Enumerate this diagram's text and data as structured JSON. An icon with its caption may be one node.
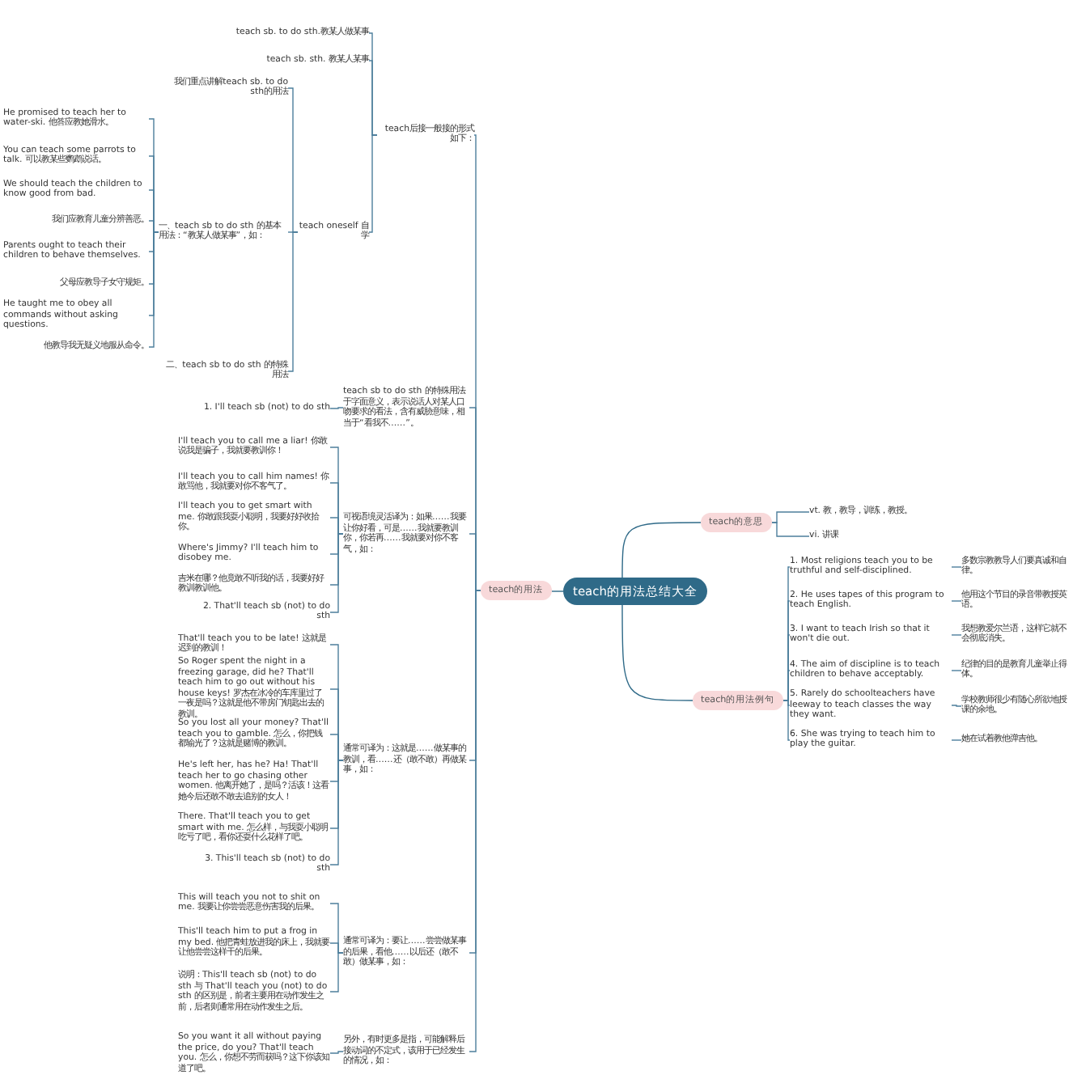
{
  "diagram": {
    "nodes": [
      {
        "text": [
          "teach的用法总结大全"
        ]
      },
      {
        "text": [
          "teach的用法"
        ]
      },
      {
        "text": [
          "teach的意思"
        ]
      },
      {
        "text": [
          "vt. 教，教导，训练，教授。"
        ]
      },
      {
        "text": [
          "vi. 讲课"
        ]
      },
      {
        "text": [
          "teach的用法例句"
        ]
      },
      {
        "text": [
          "1. Most religions teach you to be truthful and self-disciplined."
        ]
      },
      {
        "text": [
          "多数宗教教导人们要真诚和自律。"
        ]
      },
      {
        "text": [
          "2. He uses tapes of this program to teach English."
        ]
      },
      {
        "text": [
          "他用这个节目的录音带教授英语。"
        ]
      },
      {
        "text": [
          "3. I want to teach Irish so that it won't die out."
        ]
      },
      {
        "text": [
          "我想教爱尔兰语，这样它就不会彻底消失。"
        ]
      },
      {
        "text": [
          "4. The aim of discipline is to teach children to behave acceptably."
        ]
      },
      {
        "text": [
          "纪律的目的是教育儿童举止得体。"
        ]
      },
      {
        "text": [
          "5. Rarely do schoolteachers have leeway to teach classes the way they want."
        ]
      },
      {
        "text": [
          "学校教师很少有随心所欲地授课的余地。"
        ]
      },
      {
        "text": [
          "6. She was trying to teach him to play the guitar."
        ]
      },
      {
        "text": [
          "她在试着教他弹吉他。"
        ]
      },
      {
        "text": [
          "teach后接一般接的形式如下："
        ]
      },
      {
        "text": [
          "teach sb. to do sth.教某人做某事"
        ]
      },
      {
        "text": [
          "teach sb. sth. 教某人某事"
        ]
      },
      {
        "text": [
          "teach oneself 自学"
        ]
      },
      {
        "text": [
          "我们重点讲解teach sb. to do sth的用法"
        ]
      },
      {
        "text": [
          "一、teach sb to do sth 的基本用法：“教某人做某事”，如："
        ]
      },
      {
        "text": [
          "He promised to teach her to water-ski. 他答应教她滑水。"
        ]
      },
      {
        "text": [
          "You can teach some parrots to talk. 可以教某些鹦鹉说话。"
        ]
      },
      {
        "text": [
          "We should teach the children to know good from bad."
        ]
      },
      {
        "text": [
          "我们应教育儿童分辨善恶。"
        ]
      },
      {
        "text": [
          "Parents ought to teach their children to behave themselves."
        ]
      },
      {
        "text": [
          "父母应教导子女守规矩。"
        ]
      },
      {
        "text": [
          "He taught me to obey all commands without asking questions."
        ]
      },
      {
        "text": [
          "他教导我无疑义地服从命令。"
        ]
      },
      {
        "text": [
          "二、teach sb to do sth 的特殊用法"
        ]
      },
      {
        "text": [
          "teach sb to do sth 的特殊用法于字面意义，表示说话人对某人口吻要求的看法，含有威胁意味，相当于“看我不……”。"
        ]
      },
      {
        "text": [
          "1. I'll teach sb (not) to do sth"
        ]
      },
      {
        "text": [
          "可视语境灵活译为：如果……我要让你好看，可是……我就要教训你，你若再……我就要对你不客气，如："
        ]
      },
      {
        "text": [
          "I'll teach you to call me a liar! 你敢说我是骗子，我就要教训你！"
        ]
      },
      {
        "text": [
          "I'll teach you to call him names! 你敢骂他，我就要对你不客气了。"
        ]
      },
      {
        "text": [
          "I'll teach you to get smart with me. 你敢跟我耍小聪明，我要好好收拾你。"
        ]
      },
      {
        "text": [
          "Where's Jimmy? I'll teach him to disobey me."
        ]
      },
      {
        "text": [
          "吉米在哪？他竟敢不听我的话，我要好好教训教训他。"
        ]
      },
      {
        "text": [
          "2. That'll teach sb (not) to do sth"
        ]
      },
      {
        "text": [
          "通常可译为：这就是……做某事的教训，看……还（敢不敢）再做某事，如："
        ]
      },
      {
        "text": [
          "That'll teach you to be late! 这就是迟到的教训！"
        ]
      },
      {
        "text": [
          "So Roger spent the night in a freezing garage, did he? That'll teach him to go out without his house keys! 罗杰在冰冷的车库里过了一夜是吗？这就是他不带房门钥匙出去的教训。"
        ]
      },
      {
        "text": [
          "So you lost all your money? That'll teach you to gamble. 怎么，你把钱都输光了？这就是赌博的教训。"
        ]
      },
      {
        "text": [
          "He's left her, has he? Ha! That'll teach her to go chasing other women. 他离开她了，是吗？活该！这看她今后还敢不敢去追别的女人！"
        ]
      },
      {
        "text": [
          "There. That'll teach you to get smart with me. 怎么样，与我耍小聪明吃亏了吧，看你还耍什么花样了吧。"
        ]
      },
      {
        "text": [
          "3. This'll teach sb (not) to do sth"
        ]
      },
      {
        "text": [
          "通常可译为：要让……尝尝做某事的后果，看他……以后还（敢不敢）做某事，如："
        ]
      },
      {
        "text": [
          "This will teach you not to shit on me. 我要让你尝尝恶意伤害我的后果。"
        ]
      },
      {
        "text": [
          "This'll teach him to put a frog in my bed. 他把青蛙放进我的床上，我就要让他尝尝这样干的后果。"
        ]
      },
      {
        "text": [
          "说明：This'll teach sb (not) to do sth 与 That'll teach you (not) to do sth 的区别是，前者主要用在动作发生之前，后者则通常用在动作发生之后。"
        ]
      },
      {
        "text": [
          "另外，有时更多是指，可能解释后接动词的不定式，该用于已经发生的情况，如："
        ]
      },
      {
        "text": [
          "So you want it all without paying the price, do you? That'll teach you. 怎么，你想不劳而获吗？这下你该知道了吧。"
        ]
      }
    ],
    "edges": [
      {
        "from": 0,
        "to": 1,
        "arrow": "none"
      },
      {
        "from": 0,
        "to": 2,
        "arrow": "none"
      },
      {
        "from": 0,
        "to": 5,
        "arrow": "none"
      },
      {
        "from": 2,
        "to": 3,
        "arrow": "none"
      },
      {
        "from": 2,
        "to": 4,
        "arrow": "none"
      },
      {
        "from": 5,
        "to": 6,
        "arrow": "none"
      },
      {
        "from": 5,
        "to": 8,
        "arrow": "none"
      },
      {
        "from": 5,
        "to": 10,
        "arrow": "none"
      },
      {
        "from": 5,
        "to": 12,
        "arrow": "none"
      },
      {
        "from": 5,
        "to": 14,
        "arrow": "none"
      },
      {
        "from": 5,
        "to": 16,
        "arrow": "none"
      },
      {
        "from": 6,
        "to": 7,
        "arrow": "none"
      },
      {
        "from": 8,
        "to": 9,
        "arrow": "none"
      },
      {
        "from": 10,
        "to": 11,
        "arrow": "none"
      },
      {
        "from": 12,
        "to": 13,
        "arrow": "none"
      },
      {
        "from": 14,
        "to": 15,
        "arrow": "none"
      },
      {
        "from": 16,
        "to": 17,
        "arrow": "none"
      },
      {
        "from": 1,
        "to": 18,
        "arrow": "none"
      },
      {
        "from": 18,
        "to": 19,
        "arrow": "none"
      },
      {
        "from": 18,
        "to": 20,
        "arrow": "none"
      },
      {
        "from": 18,
        "to": 21,
        "arrow": "none"
      },
      {
        "from": 21,
        "to": 22,
        "arrow": "none"
      },
      {
        "from": 21,
        "to": 23,
        "arrow": "none"
      },
      {
        "from": 23,
        "to": 24,
        "arrow": "none"
      },
      {
        "from": 23,
        "to": 25,
        "arrow": "none"
      },
      {
        "from": 23,
        "to": 26,
        "arrow": "none"
      },
      {
        "from": 23,
        "to": 27,
        "arrow": "none"
      },
      {
        "from": 23,
        "to": 28,
        "arrow": "none"
      },
      {
        "from": 23,
        "to": 29,
        "arrow": "none"
      },
      {
        "from": 23,
        "to": 30,
        "arrow": "none"
      },
      {
        "from": 23,
        "to": 31,
        "arrow": "none"
      },
      {
        "from": 21,
        "to": 32,
        "arrow": "none"
      },
      {
        "from": 1,
        "to": 33,
        "arrow": "none"
      },
      {
        "from": 33,
        "to": 34,
        "arrow": "none"
      },
      {
        "from": 1,
        "to": 35,
        "arrow": "none"
      },
      {
        "from": 35,
        "to": 36,
        "arrow": "none"
      },
      {
        "from": 35,
        "to": 37,
        "arrow": "none"
      },
      {
        "from": 35,
        "to": 38,
        "arrow": "none"
      },
      {
        "from": 35,
        "to": 39,
        "arrow": "none"
      },
      {
        "from": 35,
        "to": 40,
        "arrow": "none"
      },
      {
        "from": 35,
        "to": 41,
        "arrow": "none"
      },
      {
        "from": 1,
        "to": 42,
        "arrow": "none"
      },
      {
        "from": 42,
        "to": 43,
        "arrow": "none"
      },
      {
        "from": 42,
        "to": 44,
        "arrow": "none"
      },
      {
        "from": 42,
        "to": 45,
        "arrow": "none"
      },
      {
        "from": 42,
        "to": 46,
        "arrow": "none"
      },
      {
        "from": 42,
        "to": 47,
        "arrow": "none"
      },
      {
        "from": 42,
        "to": 48,
        "arrow": "none"
      },
      {
        "from": 1,
        "to": 49,
        "arrow": "none"
      },
      {
        "from": 49,
        "to": 50,
        "arrow": "none"
      },
      {
        "from": 49,
        "to": 51,
        "arrow": "none"
      },
      {
        "from": 49,
        "to": 52,
        "arrow": "none"
      },
      {
        "from": 1,
        "to": 53,
        "arrow": "none"
      },
      {
        "from": 53,
        "to": 54,
        "arrow": "none"
      }
    ]
  }
}
